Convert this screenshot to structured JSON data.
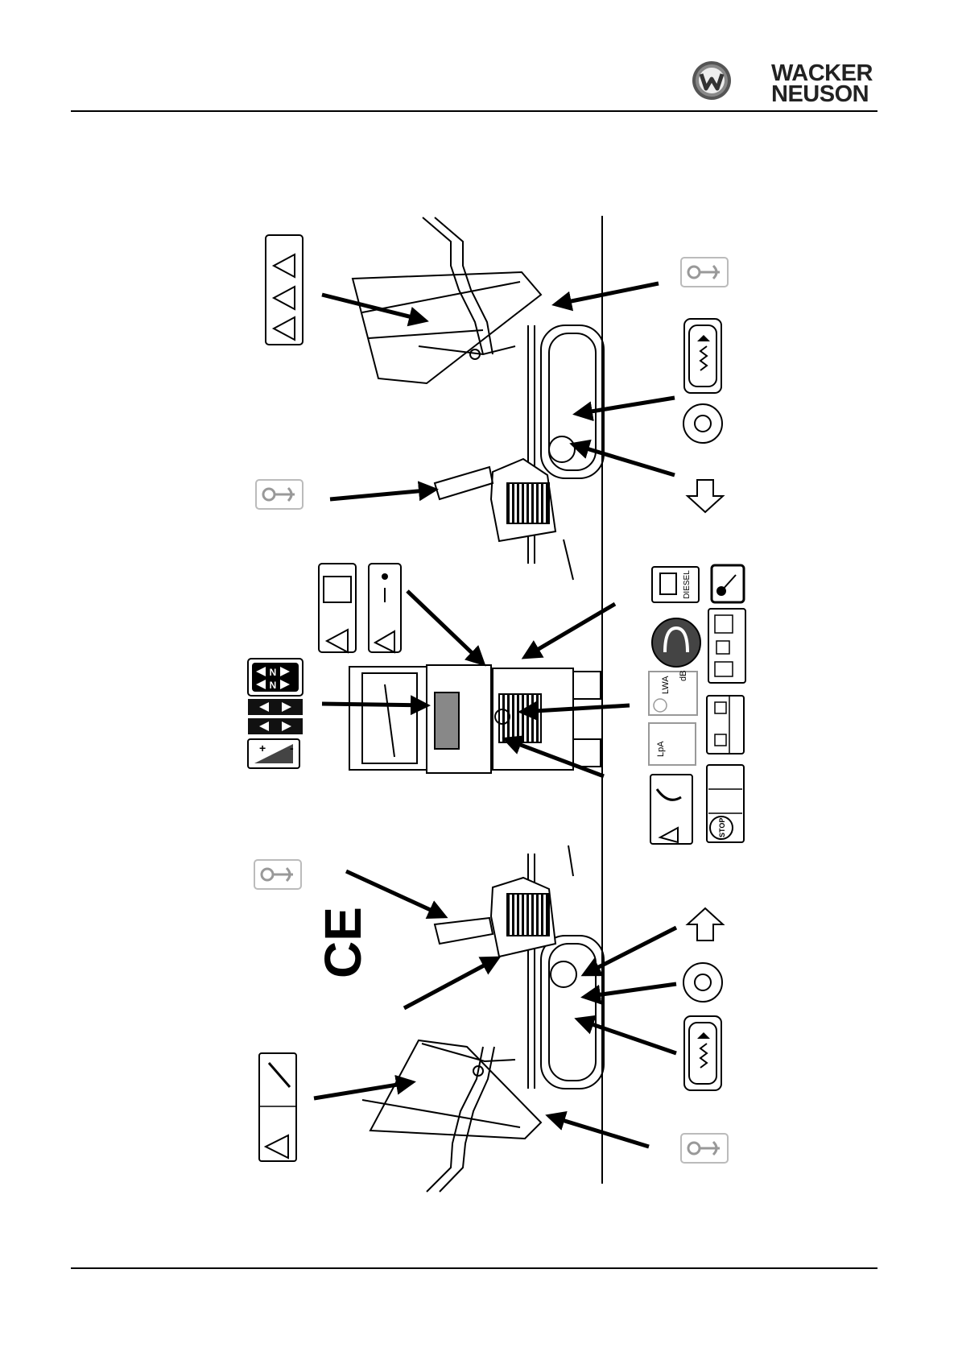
{
  "header": {
    "brand_line1": "WACKER",
    "brand_line2": "NEUSON"
  },
  "figure": {
    "decal_ce": "CE",
    "decal_lwa": "LWA",
    "decal_db": "dB",
    "decal_lpa": "LpA",
    "decal_diesel": "DIESEL",
    "decal_stop": "STOP",
    "decal_n_top": "N",
    "decal_n_bottom": "N",
    "decal_plus": "+",
    "decal_minus": "-"
  }
}
